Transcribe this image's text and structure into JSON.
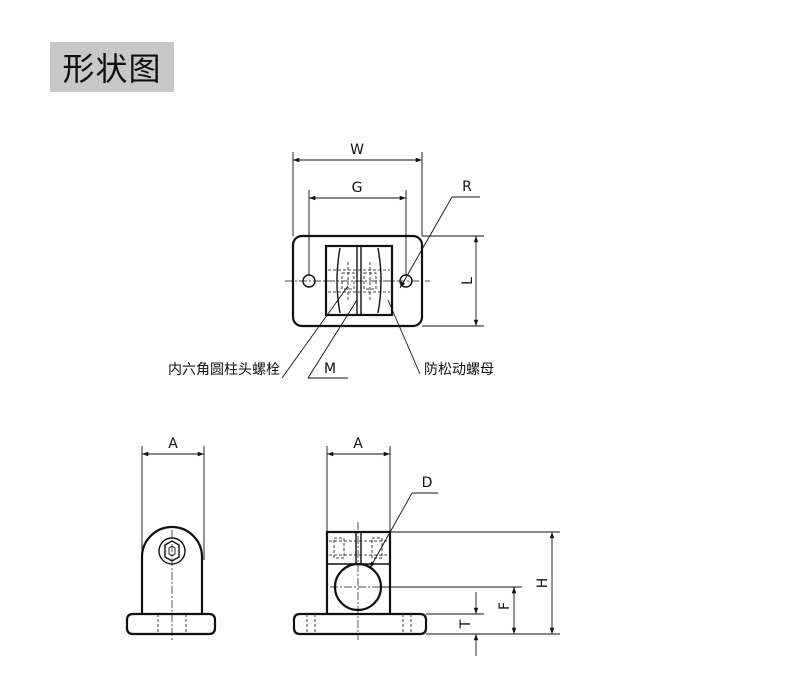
{
  "title": "形状图",
  "top_view": {
    "dims": {
      "W": "W",
      "G": "G",
      "R": "R",
      "L": "L",
      "M": "M"
    },
    "callouts": {
      "bolt": "内六角圆柱头螺栓",
      "nut": "防松动螺母"
    }
  },
  "side_view": {
    "dims": {
      "A": "A"
    }
  },
  "front_view": {
    "dims": {
      "A": "A",
      "D": "D",
      "H": "H",
      "F": "F",
      "T": "T"
    }
  }
}
